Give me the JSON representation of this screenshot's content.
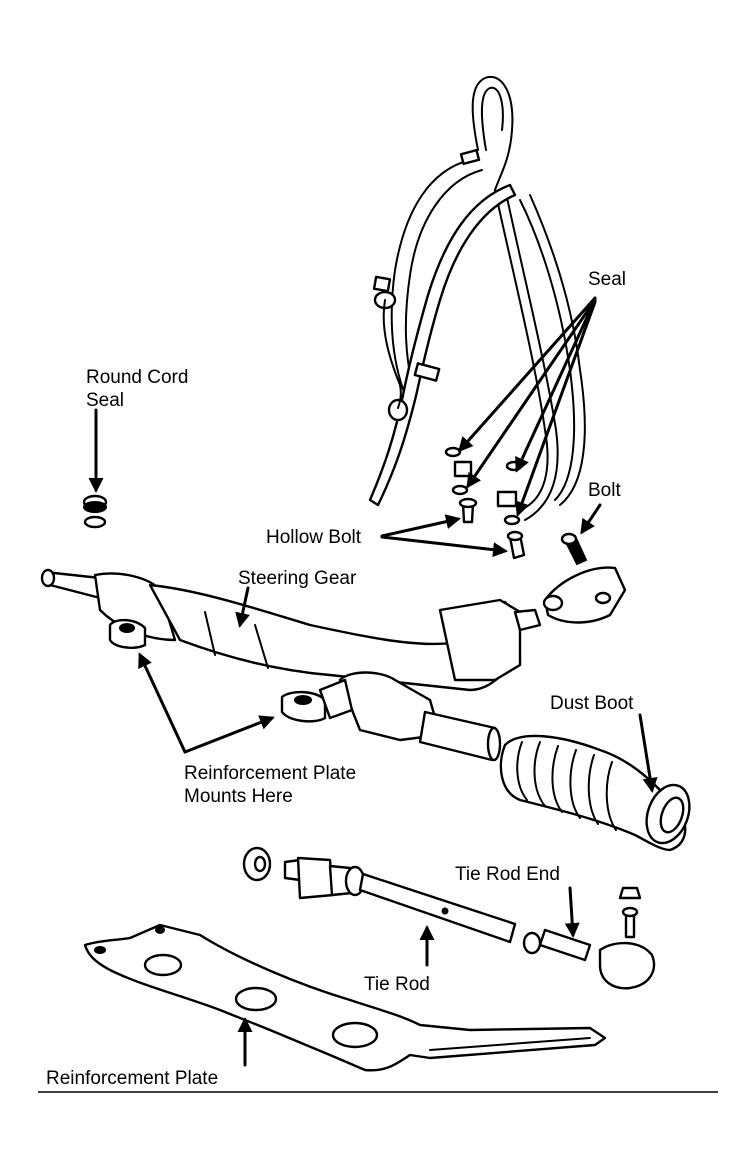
{
  "labels": {
    "seal": "Seal",
    "round_cord_seal_line1": "Round Cord",
    "round_cord_seal_line2": "Seal",
    "bolt": "Bolt",
    "hollow_bolt": "Hollow Bolt",
    "steering_gear": "Steering Gear",
    "dust_boot": "Dust Boot",
    "reinforcement_plate_mounts_line1": "Reinforcement Plate",
    "reinforcement_plate_mounts_line2": "Mounts Here",
    "tie_rod_end": "Tie Rod End",
    "tie_rod": "Tie Rod",
    "reinforcement_plate": "Reinforcement Plate"
  },
  "colors": {
    "ink": "#000000",
    "background": "#ffffff"
  }
}
